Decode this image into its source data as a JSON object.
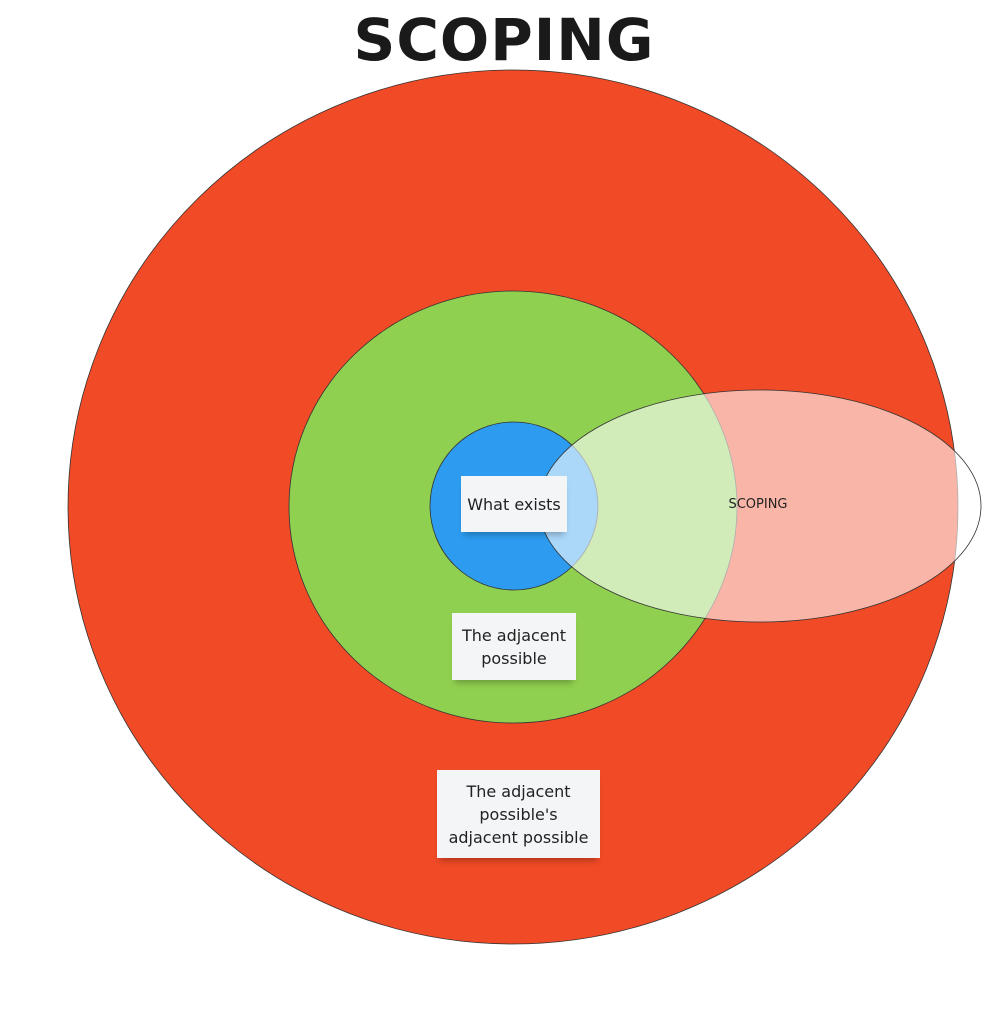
{
  "title": "SCOPING",
  "colors": {
    "outer": "#f04a26",
    "middle": "#90d050",
    "inner": "#2d9cf0",
    "scope": "#ffffff"
  },
  "notes": {
    "what_exists": "What exists",
    "adjacent_possible": "The adjacent possible",
    "adjacent_adjacent": "The adjacent possible's adjacent possible"
  },
  "scope_label": "SCOPING"
}
